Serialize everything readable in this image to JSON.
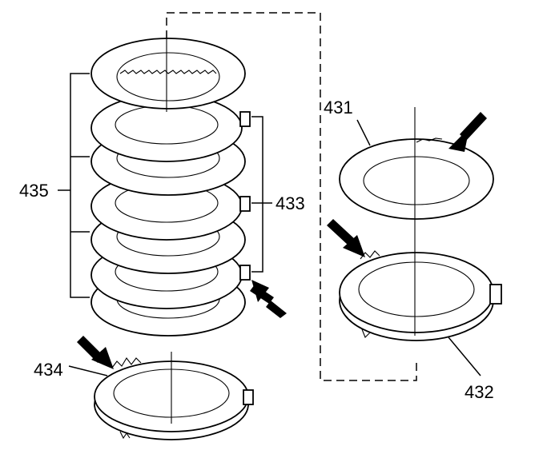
{
  "labels": {
    "l431": "431",
    "l432": "432",
    "l433": "433",
    "l434": "434",
    "l435": "435"
  },
  "colors": {
    "line": "#000000",
    "background": "#ffffff"
  }
}
